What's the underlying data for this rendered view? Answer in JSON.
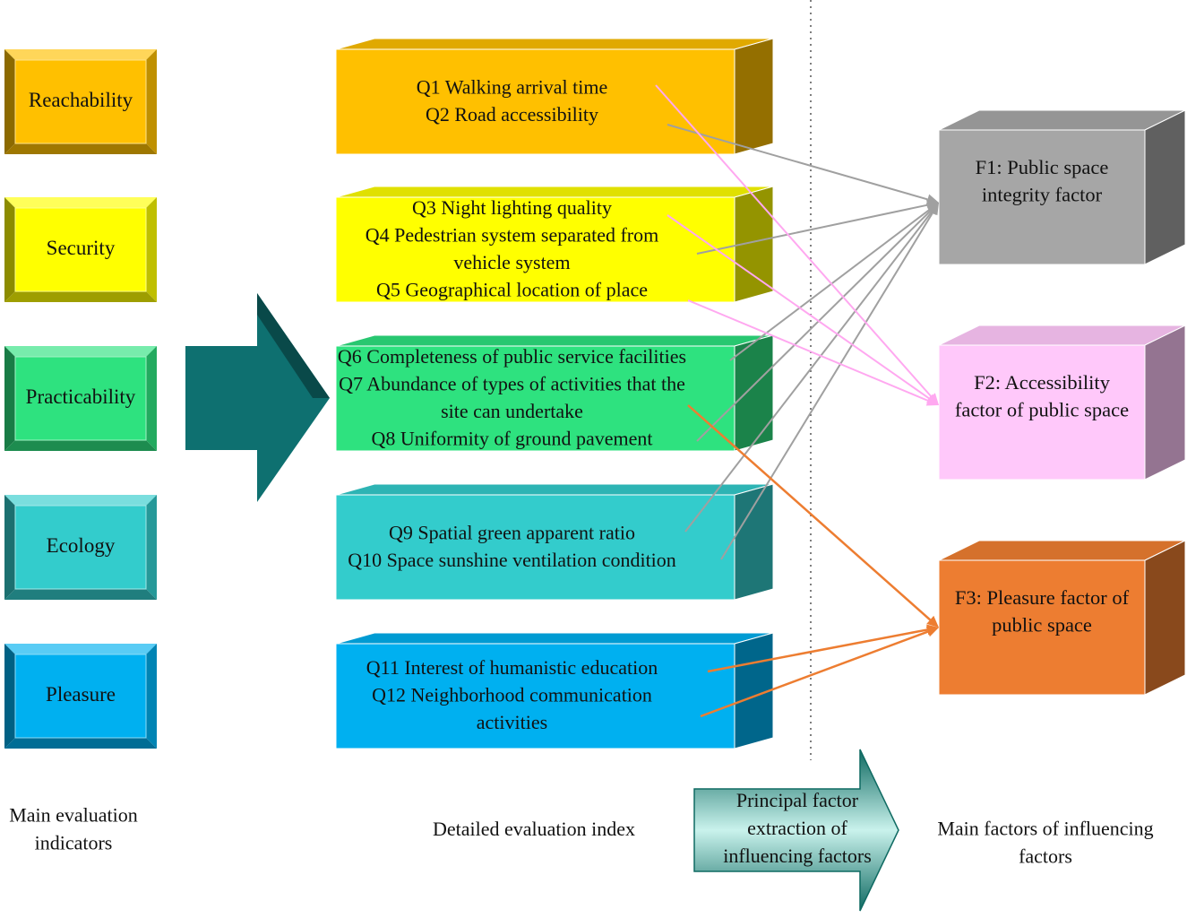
{
  "indicators": [
    {
      "label": "Reachability",
      "color": "#FFC000"
    },
    {
      "label": "Security",
      "color": "#FFFF00"
    },
    {
      "label": "Practicability",
      "color": "#2EE27F"
    },
    {
      "label": "Ecology",
      "color": "#33CCCC"
    },
    {
      "label": "Pleasure",
      "color": "#00B0F0"
    }
  ],
  "index_groups": [
    {
      "lines": [
        "Q1 Walking arrival time",
        "Q2 Road accessibility"
      ]
    },
    {
      "lines": [
        "Q3 Night lighting quality",
        "Q4 Pedestrian system separated from",
        "vehicle system",
        "Q5 Geographical location of place"
      ]
    },
    {
      "lines": [
        "Q6 Completeness of public service facilities",
        "Q7 Abundance of types of activities that the",
        "site can undertake",
        "Q8 Uniformity of ground pavement"
      ]
    },
    {
      "lines": [
        "Q9 Spatial green apparent ratio",
        "Q10 Space sunshine ventilation condition"
      ]
    },
    {
      "lines": [
        "Q11 Interest of humanistic education",
        "Q12 Neighborhood communication",
        "activities"
      ]
    }
  ],
  "factors": [
    {
      "lines": [
        "F1: Public space",
        "integrity factor"
      ],
      "color": "#A6A6A6"
    },
    {
      "lines": [
        "F2: Accessibility",
        "factor of public space"
      ],
      "color": "#FFC8FA"
    },
    {
      "lines": [
        "F3: Pleasure factor of",
        "public space"
      ],
      "color": "#ED7D31"
    }
  ],
  "connector_colors": {
    "F1": "#A0A0A0",
    "F2": "#FFA8F0",
    "F3": "#ED7D31"
  },
  "arrow_colors": {
    "big_arrow": "#0E7070",
    "bottom_arrow": "#27B3A3"
  },
  "bottom_labels": {
    "main_indicators": [
      "Main evaluation",
      "indicators"
    ],
    "detailed_index": [
      "Detailed evaluation index"
    ],
    "arrow_label": [
      "Principal factor",
      "extraction of",
      "influencing factors"
    ],
    "main_factors": [
      "Main factors of influencing",
      "factors"
    ]
  }
}
